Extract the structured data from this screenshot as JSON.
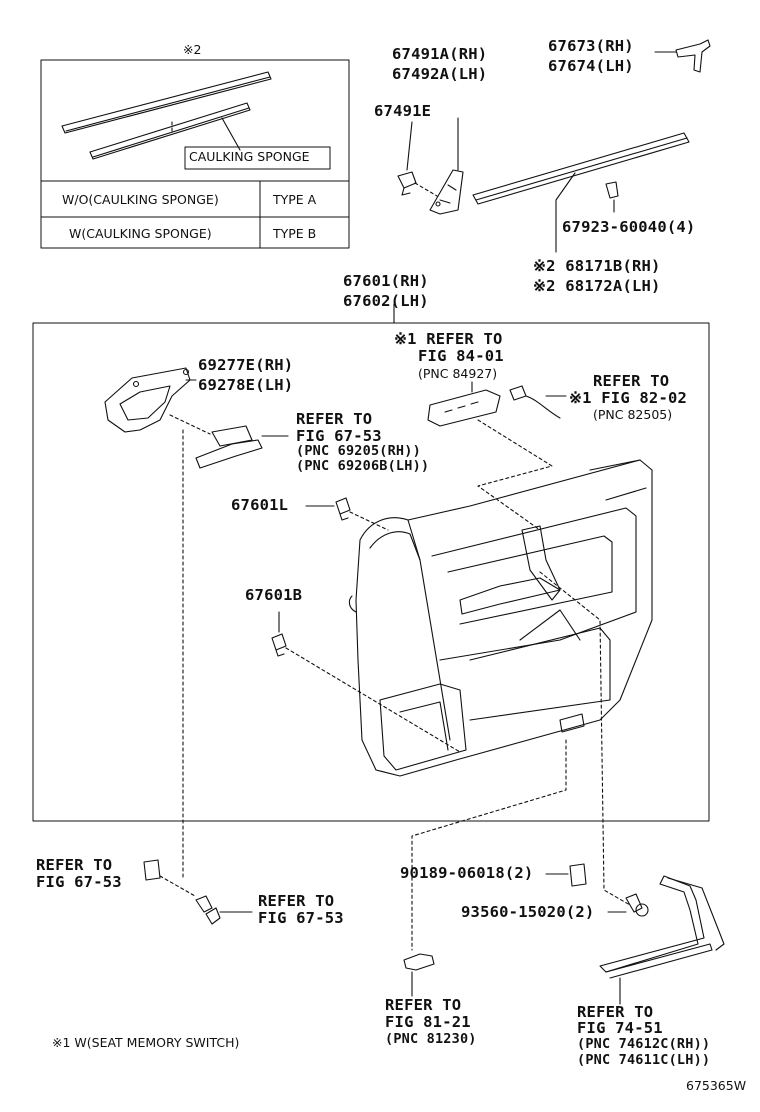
{
  "legend_box": {
    "mark": "※2",
    "caulking_label": "CAULKING SPONGE",
    "rows": [
      {
        "condition": "W/O(CAULKING SPONGE)",
        "type": "TYPE A"
      },
      {
        "condition": "W(CAULKING SPONGE)",
        "type": "TYPE B"
      }
    ]
  },
  "parts": {
    "p67491a": "67491A(RH)",
    "p67492a": "67492A(LH)",
    "p67491e": "67491E",
    "p67673": "67673(RH)",
    "p67674": "67674(LH)",
    "p67923": "67923-60040(4)",
    "p68171b": "※2 68171B(RH)",
    "p68172a": "※2 68172A(LH)",
    "p67601": "67601(RH)",
    "p67602": "67602(LH)",
    "p69277e": "69277E(RH)",
    "p69278e": "69278E(LH)",
    "p67601l": "67601L",
    "p67601b": "67601B",
    "p90189": "90189-06018(2)",
    "p93560": "93560-15020(2)"
  },
  "refs": {
    "seat_switch": {
      "line1": "※1 REFER TO",
      "line2": "FIG 84-01",
      "line3": "(PNC 84927)"
    },
    "fig8202": {
      "line1": "REFER TO",
      "line2": "※1 FIG 82-02",
      "line3": "(PNC 82505)"
    },
    "fig6753_handle": {
      "line1": "REFER TO",
      "line2": "FIG 67-53",
      "line3": "(PNC 69205(RH))",
      "line4": "(PNC 69206B(LH))"
    },
    "fig6753_clip": {
      "line1": "REFER TO",
      "line2": "FIG 67-53"
    },
    "fig6753_screw": {
      "line1": "REFER TO",
      "line2": "FIG 67-53"
    },
    "fig8121": {
      "line1": "REFER TO",
      "line2": "FIG 81-21",
      "line3": "(PNC 81230)"
    },
    "fig7451": {
      "line1": "REFER TO",
      "line2": "FIG 74-51",
      "line3": "(PNC 74612C(RH))",
      "line4": "(PNC 74611C(LH))"
    }
  },
  "footnote": "※1 W(SEAT MEMORY SWITCH)",
  "figure_code": "675365W"
}
